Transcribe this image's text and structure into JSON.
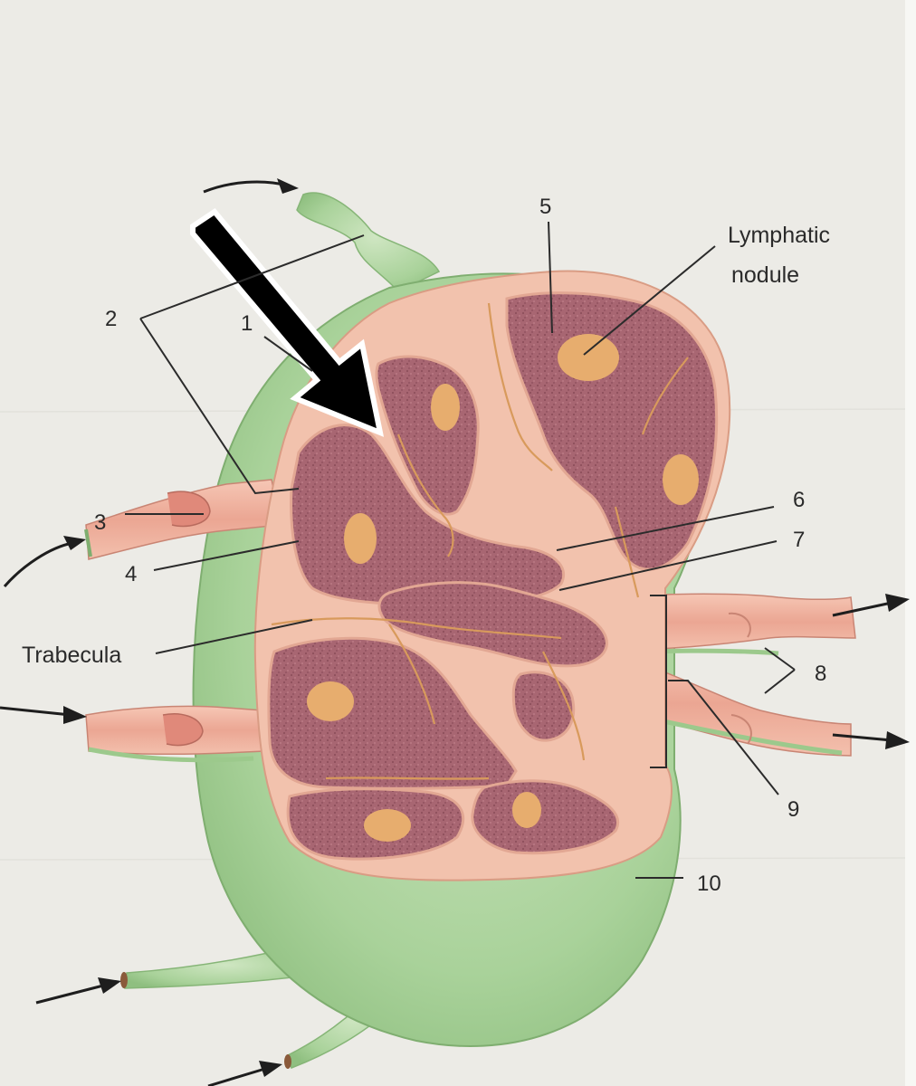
{
  "labels": {
    "l1": "1",
    "l2": "2",
    "l3": "3",
    "l4": "4",
    "l5": "5",
    "l6": "6",
    "l7": "7",
    "l8": "8",
    "l9": "9",
    "l10": "10",
    "lymphatic_line1": "Lymphatic",
    "lymphatic_line2": "nodule",
    "trabecula": "Trabecula"
  },
  "colors": {
    "capsule": "#b6d8a8",
    "cortex_tissue": "#a86672",
    "sinus": "#f2c2ad",
    "germinal_center": "#e7ad6e",
    "vessel": "#eba693",
    "pointer": "#000000"
  }
}
